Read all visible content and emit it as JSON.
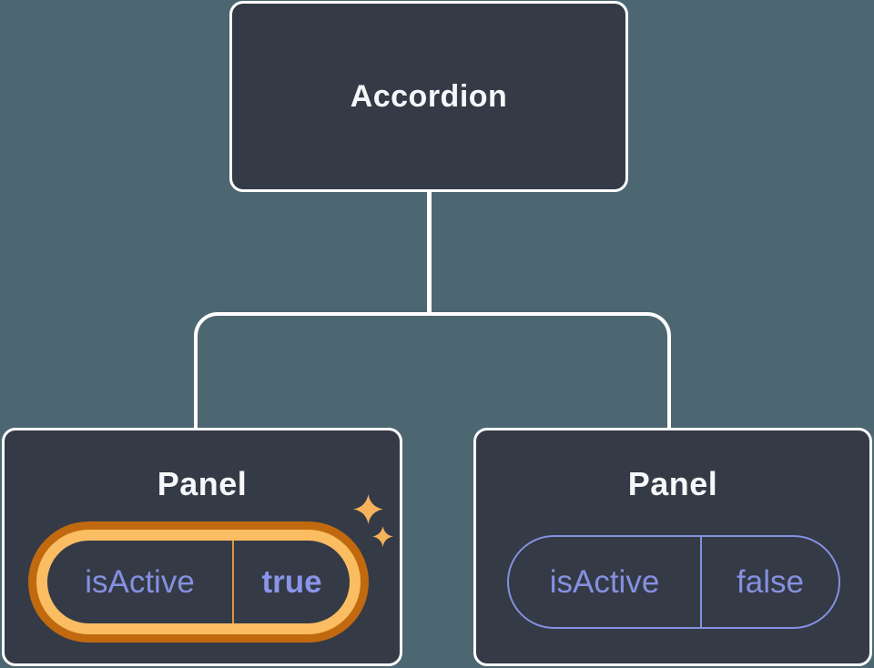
{
  "diagram": {
    "description": "Component tree: Accordion parent with two Panel children holding isActive state",
    "root": {
      "label": "Accordion"
    },
    "panels": [
      {
        "label": "Panel",
        "prop": {
          "name": "isActive",
          "value": "true"
        },
        "highlighted": true
      },
      {
        "label": "Panel",
        "prop": {
          "name": "isActive",
          "value": "false"
        },
        "highlighted": false
      }
    ],
    "icons": [
      {
        "name": "sparkle-icon-large",
        "meaning": "state changed / active highlight"
      },
      {
        "name": "sparkle-icon-small",
        "meaning": "state changed / active highlight"
      }
    ],
    "colors": {
      "background": "#4c6771",
      "card": "#343a46",
      "connector_and_border": "#ffffff",
      "title_text": "#f6f7f9",
      "prop_purple": "#8590e0",
      "prop_value_bold_purple": "#8a94e8",
      "highlight_ring_outer": "#c1690f",
      "highlight_ring_inner": "#fabd62",
      "highlight_divider": "#e0963c",
      "sparkle": "#f7b35c"
    }
  }
}
